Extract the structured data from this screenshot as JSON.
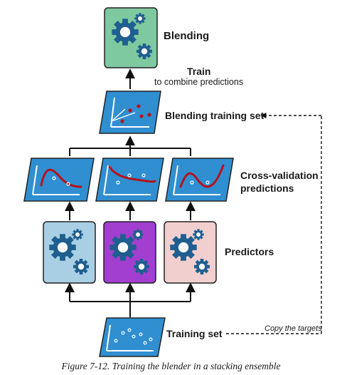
{
  "labels": {
    "blending": "Blending",
    "train": "Train",
    "train_sub": "to combine predictions",
    "blending_training_set": "Blending training set",
    "cv_line1": "Cross-validation",
    "cv_line2": "predictions",
    "predictors": "Predictors",
    "training_set": "Training set",
    "copy_targets": "Copy the targets"
  },
  "caption": "Figure 7-12. Training the blender in a stacking ensemble",
  "colors": {
    "blender_box": "#7fc9a0",
    "predictor_1": "#a9cfe4",
    "predictor_2": "#a23fd0",
    "predictor_3": "#f2cfcf",
    "data_panel": "#2f8fd1",
    "gear": "#1f5f8f",
    "curve": "#b5121b"
  }
}
